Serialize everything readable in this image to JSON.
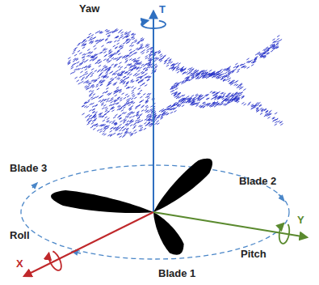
{
  "diagram": {
    "labels": [
      "Yaw",
      "T",
      "Blade 3",
      "Blade 2",
      "Roll",
      "X",
      "Y",
      "Pitch",
      "Blade 1"
    ]
  }
}
